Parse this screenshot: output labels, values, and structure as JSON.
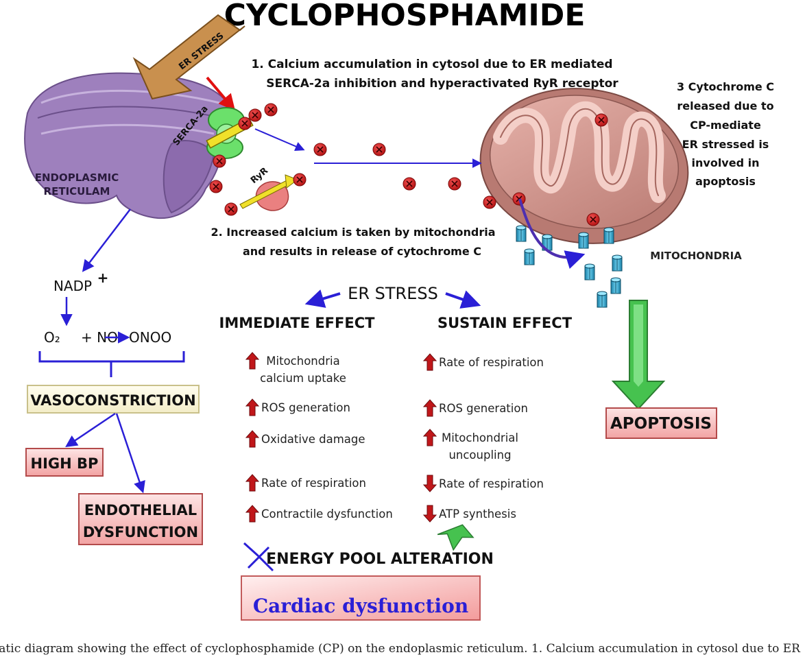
{
  "title": "CYCLOPHOSPHAMIDE",
  "labels": {
    "er_stress_arrow": "ER STRESS",
    "serca": "SERCA-2a",
    "ryr": "RyR",
    "er_line1": "ENDOPLASMIC",
    "er_line2": "RETICULAM",
    "mitochondria": "MITOCHONDRIA"
  },
  "steps": {
    "step1_line1": "1. Calcium accumulation in cytosol due to ER mediated",
    "step1_line2": "SERCA-2a inhibition and hyperactivated  RyR receptor",
    "step2_line1": "2. Increased calcium is taken by mitochondria",
    "step2_line2": "and results in release of cytochrome C",
    "step3_line1": "3 Cytochrome C",
    "step3_line2": "released due to",
    "step3_line3": "CP-mediate",
    "step3_line4": "ER stressed is",
    "step3_line5": "involved in",
    "step3_line6": "apoptosis"
  },
  "left_path": {
    "nadp": "NADP",
    "nadp_sup": "+",
    "reaction_o2": "O₂",
    "reaction_no": "+ NO",
    "reaction_onoo": "ONOO",
    "vasoconstriction": "VASOCONSTRICTION",
    "high_bp": "HIGH BP",
    "endothelial_1": "ENDOTHELIAL",
    "endothelial_2": "DYSFUNCTION"
  },
  "er_stress_center": "ER STRESS",
  "immediate": {
    "header": "IMMEDIATE EFFECT",
    "items": [
      {
        "line1": "Mitochondria",
        "line2": "calcium uptake",
        "dir": "up"
      },
      {
        "line1": "ROS generation",
        "line2": "",
        "dir": "up"
      },
      {
        "line1": "Oxidative damage",
        "line2": "",
        "dir": "up"
      },
      {
        "line1": "Rate of respiration",
        "line2": "",
        "dir": "up"
      },
      {
        "line1": "Contractile dysfunction",
        "line2": "",
        "dir": "up"
      }
    ]
  },
  "sustain": {
    "header": "SUSTAIN EFFECT",
    "items": [
      {
        "line1": "Rate of respiration",
        "line2": "",
        "dir": "up"
      },
      {
        "line1": "ROS generation",
        "line2": "",
        "dir": "up"
      },
      {
        "line1": "Mitochondrial",
        "line2": "uncoupling",
        "dir": "up"
      },
      {
        "line1": "Rate of respiration",
        "line2": "",
        "dir": "down"
      },
      {
        "line1": "ATP synthesis",
        "line2": "",
        "dir": "down"
      }
    ]
  },
  "energy_pool": "ENERGY POOL ALTERATION",
  "cardiac": "Cardiac dysfunction",
  "apoptosis": "APOPTOSIS",
  "caption": "Schematic diagram showing the effect of cyclophosphamide (CP) on the endoplasmic reticulum. 1. Calcium accumulation in cytosol due to ER",
  "colors": {
    "er": "#9b7bb8",
    "mito": "#c98a82",
    "arrow": "#2a1fd6",
    "red_arrow": "#c0171a",
    "green": "#3fb24a"
  }
}
